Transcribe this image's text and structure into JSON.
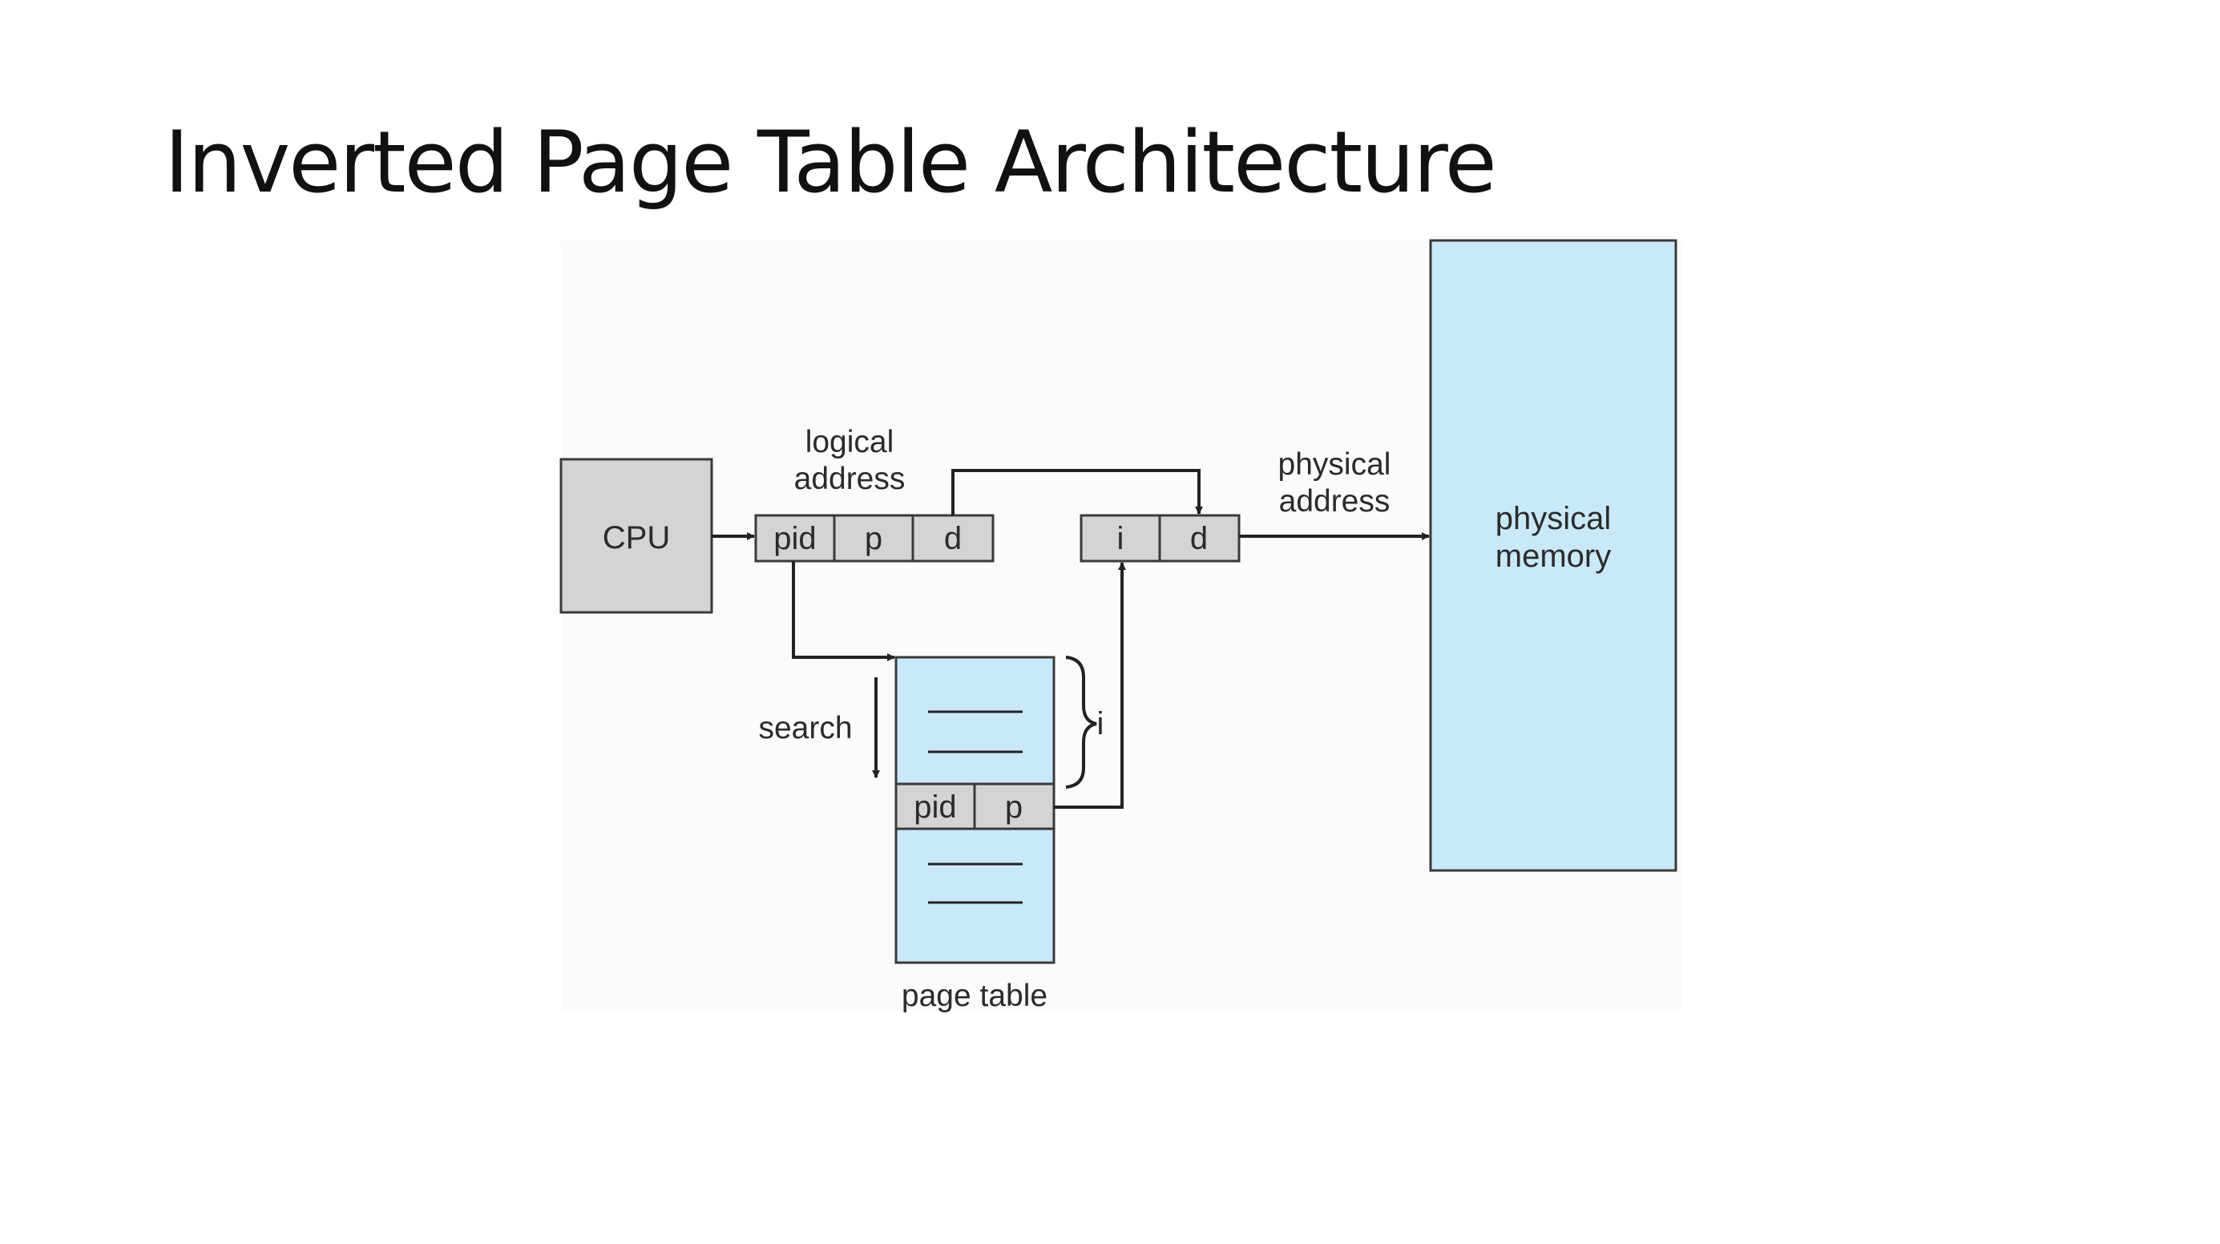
{
  "slide": {
    "title": "Inverted Page Table Architecture"
  },
  "diagram": {
    "cpu_label": "CPU",
    "logical_address_label_line1": "logical",
    "logical_address_label_line2": "address",
    "logical_address_fields": [
      "pid",
      "p",
      "d"
    ],
    "physical_address_label_line1": "physical",
    "physical_address_label_line2": "address",
    "physical_address_fields": [
      "i",
      "d"
    ],
    "physical_memory_label_line1": "physical",
    "physical_memory_label_line2": "memory",
    "search_label": "search",
    "index_label": "i",
    "page_table_entry_fields": [
      "pid",
      "p"
    ],
    "page_table_label": "page table"
  },
  "colors": {
    "memory_fill": "#c9e9f9",
    "register_fill": "#d4d4d4",
    "stroke": "#3a3a3a"
  }
}
